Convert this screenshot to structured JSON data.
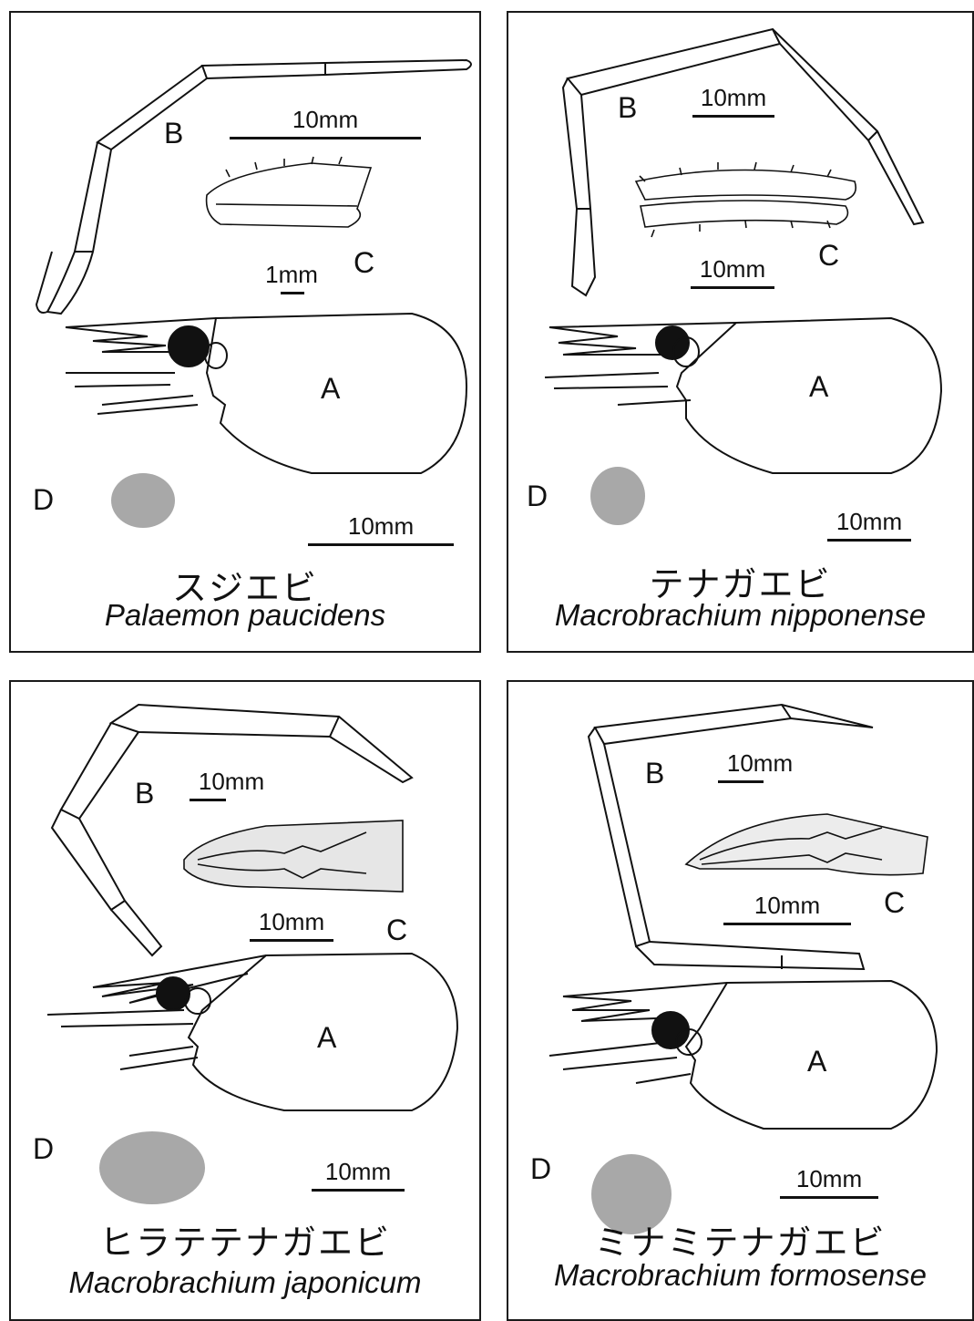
{
  "panels": [
    {
      "japanese_name": "スジエビ",
      "scientific_name": "Palaemon paucidens",
      "labels": {
        "a": "A",
        "b": "B",
        "c": "C",
        "d": "D"
      },
      "scales": {
        "b": "10mm",
        "c": "1mm",
        "a": "10mm"
      }
    },
    {
      "japanese_name": "テナガエビ",
      "scientific_name": "Macrobrachium nipponense",
      "labels": {
        "a": "A",
        "b": "B",
        "c": "C",
        "d": "D"
      },
      "scales": {
        "b": "10mm",
        "c": "10mm",
        "a": "10mm"
      }
    },
    {
      "japanese_name": "ヒラテテナガエビ",
      "scientific_name": "Macrobrachium japonicum",
      "labels": {
        "a": "A",
        "b": "B",
        "c": "C",
        "d": "D"
      },
      "scales": {
        "b": "10mm",
        "c": "10mm",
        "a": "10mm"
      }
    },
    {
      "japanese_name": "ミナミテナガエビ",
      "scientific_name": "Macrobrachium formosense",
      "labels": {
        "a": "A",
        "b": "B",
        "c": "C",
        "d": "D"
      },
      "scales": {
        "b": "10mm",
        "c": "10mm",
        "a": "10mm"
      }
    }
  ],
  "colors": {
    "ink": "#111111",
    "stipple": "#9a9a9a"
  }
}
